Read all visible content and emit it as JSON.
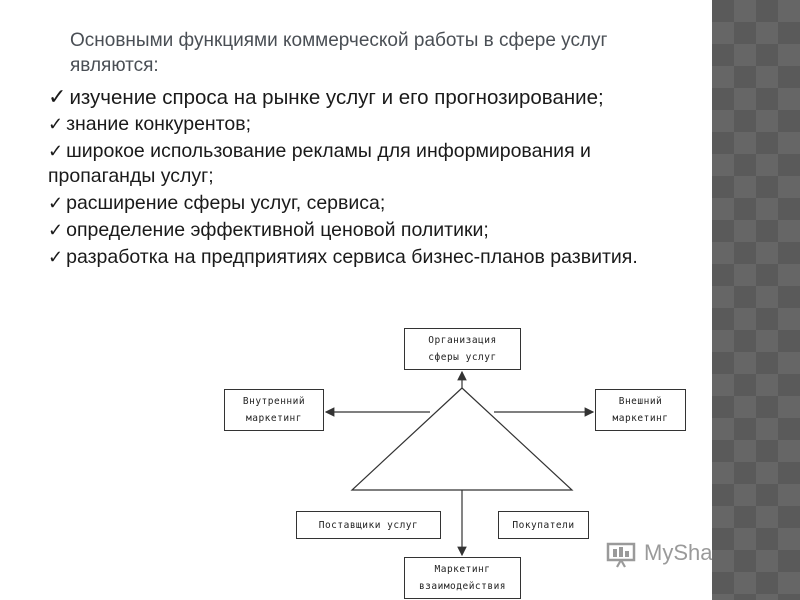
{
  "heading": {
    "line1": "Основными функциями коммерческой работы в сфере услуг",
    "line2": "являются:"
  },
  "bullets": [
    "изучение спроса на рынке услуг и его прогнозирование;",
    "знание конкурентов;",
    "широкое использование рекламы для информирования и пропаганды услуг;",
    "расширение сферы услуг, сервиса;",
    "определение эффективной ценовой политики;",
    "разработка на предприятиях сервиса бизнес-планов развития."
  ],
  "diagram": {
    "org": {
      "line1": "Организация",
      "line2": "сферы услуг"
    },
    "internal": {
      "line1": "Внутренний",
      "line2": "маркетинг"
    },
    "external": {
      "line1": "Внешний",
      "line2": "маркетинг"
    },
    "suppliers": "Поставщики услуг",
    "buyers": "Покупатели",
    "interaction": {
      "line1": "Маркетинг",
      "line2": "взаимодействия"
    }
  },
  "watermark": {
    "text": "MyShared"
  },
  "colors": {
    "side_strip": "#5a5a5a",
    "heading_text": "#4a4f55"
  }
}
